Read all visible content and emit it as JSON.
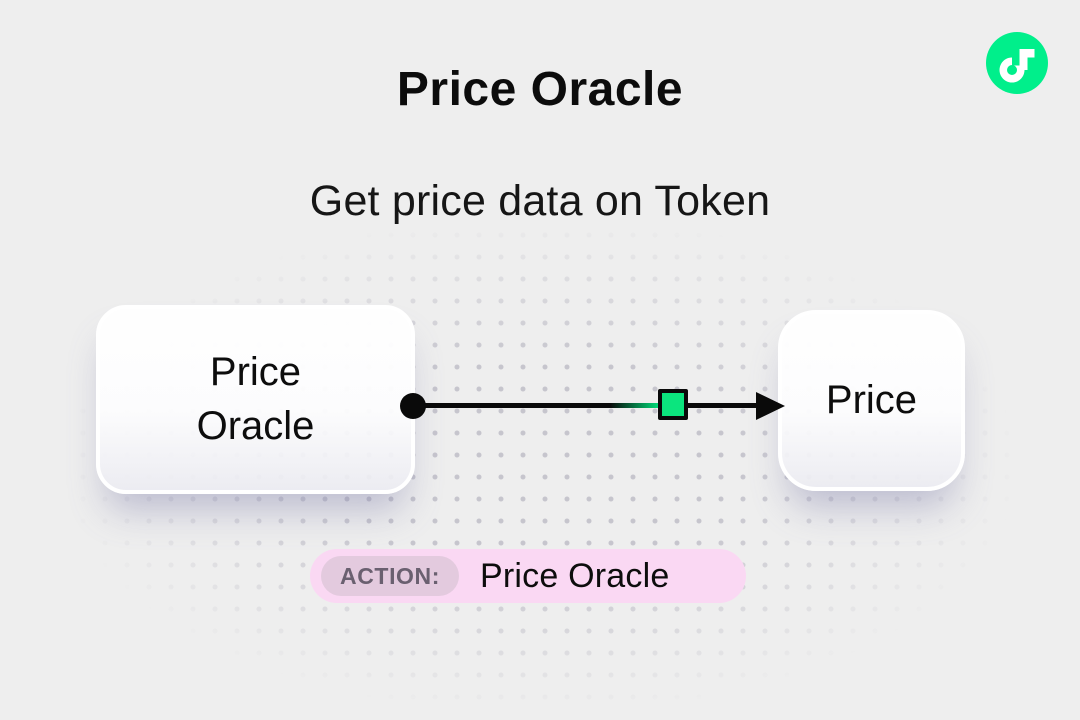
{
  "header": {
    "title": "Price Oracle",
    "subtitle": "Get price data on Token"
  },
  "logo": {
    "name": "flow-logo",
    "brand_color": "#00EF8B"
  },
  "diagram": {
    "source_node": {
      "label": "Price Oracle"
    },
    "target_node": {
      "label": "Price"
    },
    "edge": {
      "connector_color": "#0be57e",
      "line_color": "#0a0a0a"
    }
  },
  "action_bar": {
    "badge": "ACTION:",
    "label": "Price Oracle",
    "pill_color": "#fad8f3",
    "badge_color": "#e3cade"
  },
  "colors": {
    "background": "#eeeeee",
    "dot_grid": "#c6c5cd",
    "text": "#0c0c0c"
  }
}
